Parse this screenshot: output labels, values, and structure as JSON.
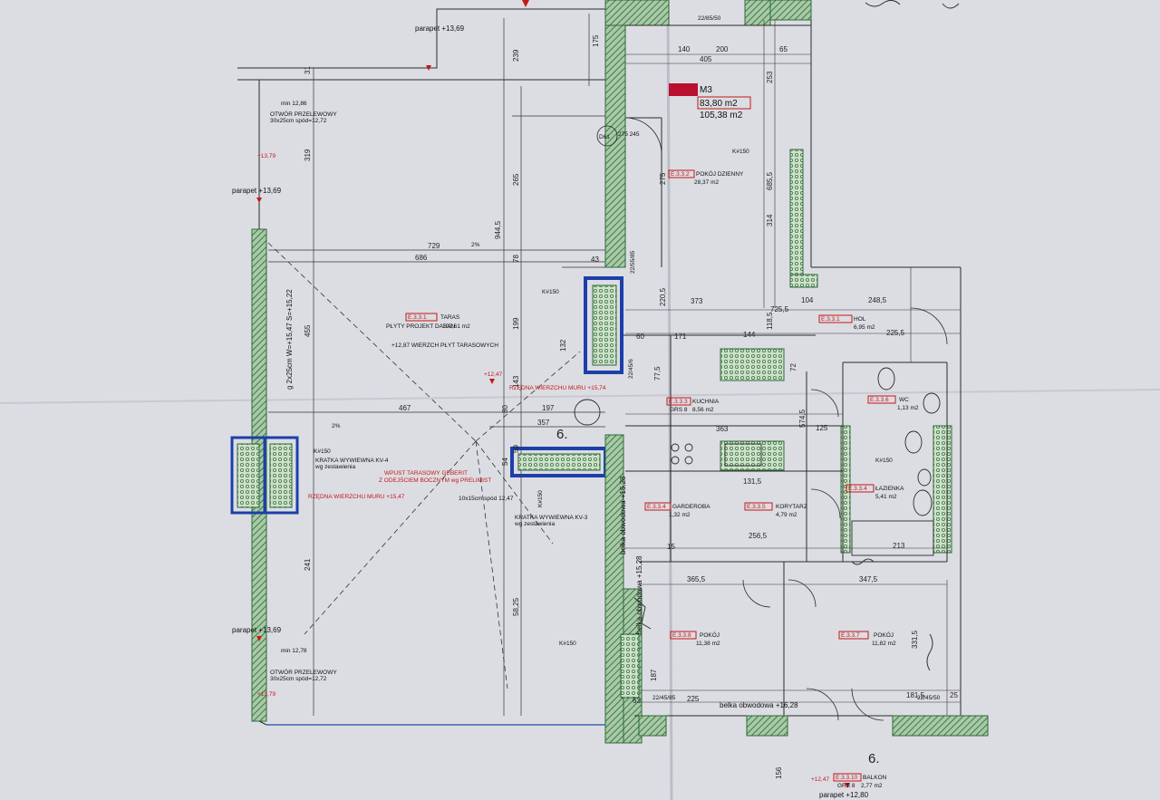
{
  "colors": {
    "paper": "#dcdde3",
    "wall_hatch": "#3c7a4a",
    "wall_fill": "#a9c9a6",
    "blue_frame": "#1d3fa8",
    "red_marking": "#c41818",
    "line": "#2a2a2a"
  },
  "apartment": {
    "id": "M3",
    "area_usable": "83,80 m2",
    "area_total": "105,38 m2"
  },
  "rooms": [
    {
      "code": "E.3.3.1",
      "name": "TARAS",
      "area": "102,61 m2",
      "note": "PŁYTY PROJEKT DASAN"
    },
    {
      "code": "E.3.3.2",
      "name": "POKÓJ DZIENNY",
      "area": "28,37 m2"
    },
    {
      "code": "E.3.3.3",
      "name": "KUCHNIA",
      "area": "8,56 m2",
      "floor": "GRS 8"
    },
    {
      "code": "E.3.3.1",
      "name": "HOL",
      "area": "6,95 m2"
    },
    {
      "code": "E.3.3.6",
      "name": "WC",
      "area": "1,13 m2"
    },
    {
      "code": "E.3.3.4",
      "name": "ŁAZIENKA",
      "area": "5,41 m2"
    },
    {
      "code": "E.3.3.5",
      "name": "KORYTARZ",
      "area": "4,79 m2"
    },
    {
      "code": "E.3.3.4",
      "name": "GARDEROBA",
      "area": "1,32 m2"
    },
    {
      "code": "E.3.3.8",
      "name": "POKÓJ",
      "area": "11,38 m2"
    },
    {
      "code": "E.3.3.7",
      "name": "POKÓJ",
      "area": "11,82 m2"
    },
    {
      "code": "E.3.3.10",
      "name": "BALKON",
      "area": "2,77 m2",
      "floor": "GRS 8"
    }
  ],
  "annotations": {
    "parapet_top": "parapet +13,69",
    "parapet_mid": "parapet +13,69",
    "parapet_low": "parapet +13,69",
    "parapet_balcony": "parapet +12,80",
    "terrace_level": "+12,87 WIERZCH PŁYT TARASOWYCH",
    "opening_1": "OTWÓR PRZELEWOWY",
    "opening_1b": "30x25cm spód=12,72",
    "opening_2": "OTWÓR PRZELEWOWY",
    "opening_2b": "30x25cm spód=12,72",
    "kv4": "KRATKA WYWIEWNA KV-4",
    "kv4b": "wg zestawienia",
    "kv3": "KRATKA WYWIEWNA KV-3",
    "kv3b": "wg zestawienia",
    "chimney_1": "RZĘDNA WIERZCHU MURU +15,47",
    "chimney_2": "RZĘDNA WIERZCHU MURU +15,74",
    "drain": "WPUST TARASOWY GEBERIT",
    "drain_b": "Z ODEJŚCIEM BOCZNYM wg PRELIMIST",
    "drain_c": "10x15cm spód 12,47",
    "vertical_note": "g 2x25cm W=+15,47 S=+15,22",
    "beam_1": "belka obwodowa +15,28",
    "beam_2": "belka obwodowa +15,28",
    "beam_3": "belka obwodowa +16,28",
    "k150_1": "K#150",
    "k150_2": "K#150",
    "k150_3": "K#150",
    "k150_4": "K#150",
    "k150_5": "K#150",
    "k150_6": "K#150",
    "level_a": "+12,47",
    "level_b": "+12,47",
    "level_c": "+13,79",
    "level_d": "+13,79",
    "level_e": "min 12,86",
    "level_f": "min 12,78",
    "door_code": "D61",
    "door_dims": "275 245",
    "section_mark_1": "6.",
    "section_mark_2": "6.",
    "slope_1": "2%",
    "slope_2": "2%",
    "ref_1": "22/85/50",
    "ref_2": "22/55/85",
    "ref_3": "22/45/6",
    "ref_4": "22/45/50",
    "ref_5": "22/45/85"
  },
  "dimensions": {
    "d31": "31",
    "d319": "319",
    "d455": "455",
    "d241": "241",
    "d729": "729",
    "d686": "686",
    "d467": "467",
    "d197": "197",
    "d357": "357",
    "d239": "239",
    "d265": "265",
    "d9445": "944,5",
    "d78": "78",
    "d199": "199",
    "d143": "143",
    "d59": "59",
    "d5825": "58,25",
    "d175": "175",
    "d140": "140",
    "d405": "405",
    "d200": "200",
    "d65": "65",
    "d253": "253",
    "d275": "275",
    "d6855": "685,5",
    "d314": "314",
    "d2205": "220,5",
    "d373": "373",
    "d104": "104",
    "d2485": "248,5",
    "d7255": "725,5",
    "d1185": "118,5",
    "d60": "60",
    "d171": "171",
    "d144": "144",
    "d2255": "225,5",
    "d775": "77,5",
    "d72": "72",
    "d363": "363",
    "d5745": "574,5",
    "d125": "125",
    "d1315": "131,5",
    "d2565": "256,5",
    "d213": "213",
    "d3655": "365,5",
    "d3475": "347,5",
    "d43": "43",
    "d132": "132",
    "d80": "80",
    "d54": "54",
    "d187": "187",
    "d63": "63",
    "d225": "225",
    "d1815": "181,5",
    "d25": "25",
    "d156": "156",
    "d3315": "331,5",
    "d15": "15"
  }
}
